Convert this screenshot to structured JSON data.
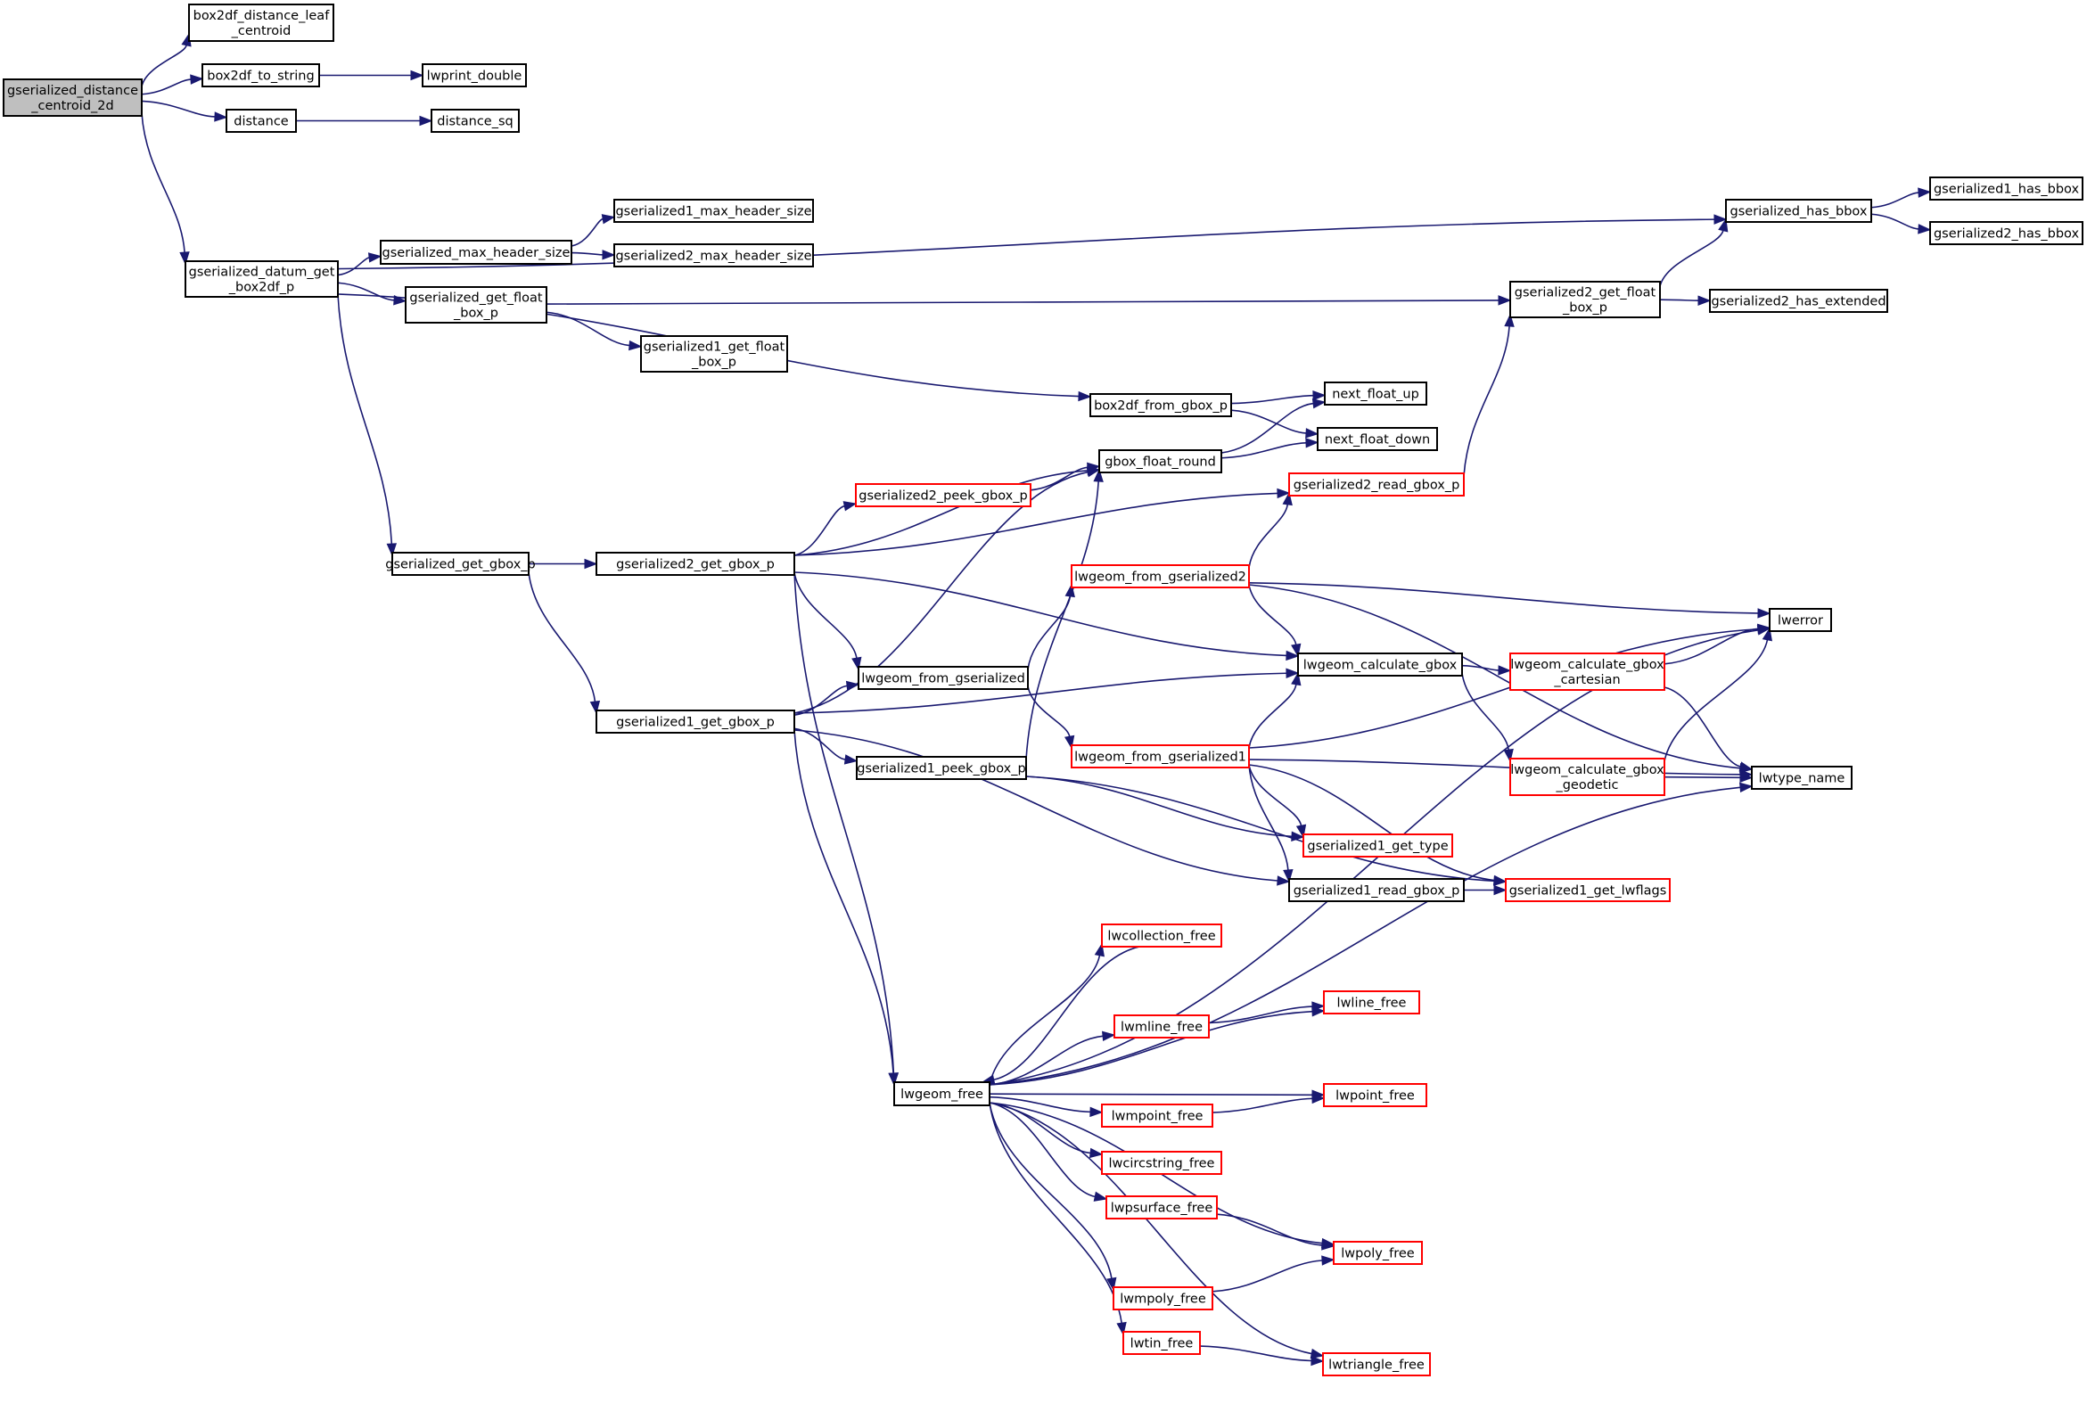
{
  "title": "Call graph of gserialized_distance_centroid_2d",
  "colors": {
    "edge": "#191970",
    "root_fill": "#bfbfbf",
    "node_border": "#000000",
    "truncated_border": "#ff0000"
  },
  "nodes": [
    {
      "id": "gserialized_distance_centroid_2d",
      "lines": [
        "gserialized_distance",
        "_centroid_2d"
      ],
      "root": true
    },
    {
      "id": "box2df_distance_leaf_centroid",
      "lines": [
        "box2df_distance_leaf",
        "_centroid"
      ]
    },
    {
      "id": "box2df_to_string",
      "lines": [
        "box2df_to_string"
      ]
    },
    {
      "id": "lwprint_double",
      "lines": [
        "lwprint_double"
      ]
    },
    {
      "id": "distance",
      "lines": [
        "distance"
      ]
    },
    {
      "id": "distance_sq",
      "lines": [
        "distance_sq"
      ]
    },
    {
      "id": "gserialized_datum_get_box2df_p",
      "lines": [
        "gserialized_datum_get",
        "_box2df_p"
      ]
    },
    {
      "id": "gserialized_has_bbox",
      "lines": [
        "gserialized_has_bbox"
      ]
    },
    {
      "id": "gserialized1_has_bbox",
      "lines": [
        "gserialized1_has_bbox"
      ]
    },
    {
      "id": "gserialized2_has_bbox",
      "lines": [
        "gserialized2_has_bbox"
      ]
    },
    {
      "id": "gserialized_max_header_size",
      "lines": [
        "gserialized_max_header_size"
      ]
    },
    {
      "id": "gserialized1_max_header_size",
      "lines": [
        "gserialized1_max_header_size"
      ]
    },
    {
      "id": "gserialized2_max_header_size",
      "lines": [
        "gserialized2_max_header_size"
      ]
    },
    {
      "id": "gserialized_get_float_box_p",
      "lines": [
        "gserialized_get_float",
        "_box_p"
      ]
    },
    {
      "id": "gserialized2_get_float_box_p",
      "lines": [
        "gserialized2_get_float",
        "_box_p"
      ]
    },
    {
      "id": "gserialized2_has_extended",
      "lines": [
        "gserialized2_has_extended"
      ]
    },
    {
      "id": "gserialized1_get_float_box_p",
      "lines": [
        "gserialized1_get_float",
        "_box_p"
      ]
    },
    {
      "id": "box2df_from_gbox_p",
      "lines": [
        "box2df_from_gbox_p"
      ]
    },
    {
      "id": "next_float_up",
      "lines": [
        "next_float_up"
      ]
    },
    {
      "id": "next_float_down",
      "lines": [
        "next_float_down"
      ]
    },
    {
      "id": "gbox_float_round",
      "lines": [
        "gbox_float_round"
      ]
    },
    {
      "id": "gserialized2_read_gbox_p",
      "lines": [
        "gserialized2_read_gbox_p"
      ],
      "truncated": true
    },
    {
      "id": "gserialized2_peek_gbox_p",
      "lines": [
        "gserialized2_peek_gbox_p"
      ],
      "truncated": true
    },
    {
      "id": "gserialized_get_gbox_p",
      "lines": [
        "gserialized_get_gbox_p"
      ]
    },
    {
      "id": "gserialized2_get_gbox_p",
      "lines": [
        "gserialized2_get_gbox_p"
      ]
    },
    {
      "id": "lwgeom_from_gserialized2",
      "lines": [
        "lwgeom_from_gserialized2"
      ],
      "truncated": true
    },
    {
      "id": "lwerror",
      "lines": [
        "lwerror"
      ]
    },
    {
      "id": "lwgeom_calculate_gbox",
      "lines": [
        "lwgeom_calculate_gbox"
      ]
    },
    {
      "id": "lwgeom_calculate_gbox_cartesian",
      "lines": [
        "lwgeom_calculate_gbox",
        "_cartesian"
      ],
      "truncated": true
    },
    {
      "id": "lwgeom_from_gserialized",
      "lines": [
        "lwgeom_from_gserialized"
      ]
    },
    {
      "id": "gserialized1_get_gbox_p",
      "lines": [
        "gserialized1_get_gbox_p"
      ]
    },
    {
      "id": "gserialized1_peek_gbox_p",
      "lines": [
        "gserialized1_peek_gbox_p"
      ]
    },
    {
      "id": "lwgeom_from_gserialized1",
      "lines": [
        "lwgeom_from_gserialized1"
      ],
      "truncated": true
    },
    {
      "id": "lwgeom_calculate_gbox_geodetic",
      "lines": [
        "lwgeom_calculate_gbox",
        "_geodetic"
      ],
      "truncated": true
    },
    {
      "id": "lwtype_name",
      "lines": [
        "lwtype_name"
      ]
    },
    {
      "id": "gserialized1_get_type",
      "lines": [
        "gserialized1_get_type"
      ],
      "truncated": true
    },
    {
      "id": "gserialized1_read_gbox_p",
      "lines": [
        "gserialized1_read_gbox_p"
      ]
    },
    {
      "id": "gserialized1_get_lwflags",
      "lines": [
        "gserialized1_get_lwflags"
      ],
      "truncated": true
    },
    {
      "id": "lwcollection_free",
      "lines": [
        "lwcollection_free"
      ],
      "truncated": true
    },
    {
      "id": "lwline_free",
      "lines": [
        "lwline_free"
      ],
      "truncated": true
    },
    {
      "id": "lwmline_free",
      "lines": [
        "lwmline_free"
      ],
      "truncated": true
    },
    {
      "id": "lwgeom_free",
      "lines": [
        "lwgeom_free"
      ]
    },
    {
      "id": "lwpoint_free",
      "lines": [
        "lwpoint_free"
      ],
      "truncated": true
    },
    {
      "id": "lwmpoint_free",
      "lines": [
        "lwmpoint_free"
      ],
      "truncated": true
    },
    {
      "id": "lwcircstring_free",
      "lines": [
        "lwcircstring_free"
      ],
      "truncated": true
    },
    {
      "id": "lwpsurface_free",
      "lines": [
        "lwpsurface_free"
      ],
      "truncated": true
    },
    {
      "id": "lwpoly_free",
      "lines": [
        "lwpoly_free"
      ],
      "truncated": true
    },
    {
      "id": "lwmpoly_free",
      "lines": [
        "lwmpoly_free"
      ],
      "truncated": true
    },
    {
      "id": "lwtin_free",
      "lines": [
        "lwtin_free"
      ],
      "truncated": true
    },
    {
      "id": "lwtriangle_free",
      "lines": [
        "lwtriangle_free"
      ],
      "truncated": true
    }
  ],
  "edges": [
    [
      "gserialized_distance_centroid_2d",
      "box2df_distance_leaf_centroid"
    ],
    [
      "gserialized_distance_centroid_2d",
      "box2df_to_string"
    ],
    [
      "gserialized_distance_centroid_2d",
      "distance"
    ],
    [
      "gserialized_distance_centroid_2d",
      "gserialized_datum_get_box2df_p"
    ],
    [
      "box2df_to_string",
      "lwprint_double"
    ],
    [
      "distance",
      "distance_sq"
    ],
    [
      "gserialized_datum_get_box2df_p",
      "gserialized_has_bbox"
    ],
    [
      "gserialized_datum_get_box2df_p",
      "gserialized_max_header_size"
    ],
    [
      "gserialized_datum_get_box2df_p",
      "gserialized_get_float_box_p"
    ],
    [
      "gserialized_datum_get_box2df_p",
      "box2df_from_gbox_p"
    ],
    [
      "gserialized_datum_get_box2df_p",
      "gserialized_get_gbox_p"
    ],
    [
      "gserialized_has_bbox",
      "gserialized1_has_bbox"
    ],
    [
      "gserialized_has_bbox",
      "gserialized2_has_bbox"
    ],
    [
      "gserialized_max_header_size",
      "gserialized1_max_header_size"
    ],
    [
      "gserialized_max_header_size",
      "gserialized2_max_header_size"
    ],
    [
      "gserialized_get_float_box_p",
      "gserialized2_get_float_box_p"
    ],
    [
      "gserialized_get_float_box_p",
      "gserialized1_get_float_box_p"
    ],
    [
      "gserialized2_get_float_box_p",
      "gserialized_has_bbox"
    ],
    [
      "gserialized2_get_float_box_p",
      "gserialized2_has_extended"
    ],
    [
      "box2df_from_gbox_p",
      "next_float_up"
    ],
    [
      "box2df_from_gbox_p",
      "next_float_down"
    ],
    [
      "gbox_float_round",
      "next_float_up"
    ],
    [
      "gbox_float_round",
      "next_float_down"
    ],
    [
      "gserialized2_read_gbox_p",
      "gserialized2_get_float_box_p"
    ],
    [
      "gserialized_get_gbox_p",
      "gserialized2_get_gbox_p"
    ],
    [
      "gserialized_get_gbox_p",
      "gserialized1_get_gbox_p"
    ],
    [
      "gserialized2_get_gbox_p",
      "gbox_float_round"
    ],
    [
      "gserialized2_get_gbox_p",
      "gserialized2_peek_gbox_p"
    ],
    [
      "gserialized2_get_gbox_p",
      "gserialized2_read_gbox_p"
    ],
    [
      "gserialized2_get_gbox_p",
      "lwgeom_calculate_gbox"
    ],
    [
      "gserialized2_get_gbox_p",
      "lwgeom_from_gserialized"
    ],
    [
      "gserialized2_get_gbox_p",
      "lwgeom_free"
    ],
    [
      "gserialized2_peek_gbox_p",
      "gbox_float_round"
    ],
    [
      "lwgeom_from_gserialized2",
      "gserialized2_read_gbox_p"
    ],
    [
      "lwgeom_from_gserialized2",
      "lwerror"
    ],
    [
      "lwgeom_from_gserialized2",
      "lwgeom_calculate_gbox"
    ],
    [
      "lwgeom_from_gserialized2",
      "lwtype_name"
    ],
    [
      "lwgeom_calculate_gbox",
      "lwgeom_calculate_gbox_cartesian"
    ],
    [
      "lwgeom_calculate_gbox",
      "lwgeom_calculate_gbox_geodetic"
    ],
    [
      "lwgeom_calculate_gbox_cartesian",
      "lwerror"
    ],
    [
      "lwgeom_calculate_gbox_cartesian",
      "lwtype_name"
    ],
    [
      "lwgeom_calculate_gbox_geodetic",
      "lwerror"
    ],
    [
      "lwgeom_calculate_gbox_geodetic",
      "lwtype_name"
    ],
    [
      "lwgeom_from_gserialized",
      "lwgeom_from_gserialized2"
    ],
    [
      "lwgeom_from_gserialized",
      "lwgeom_from_gserialized1"
    ],
    [
      "gserialized1_get_gbox_p",
      "gbox_float_round"
    ],
    [
      "gserialized1_get_gbox_p",
      "lwgeom_from_gserialized"
    ],
    [
      "gserialized1_get_gbox_p",
      "lwgeom_calculate_gbox"
    ],
    [
      "gserialized1_get_gbox_p",
      "gserialized1_peek_gbox_p"
    ],
    [
      "gserialized1_get_gbox_p",
      "gserialized1_read_gbox_p"
    ],
    [
      "gserialized1_get_gbox_p",
      "lwgeom_free"
    ],
    [
      "gserialized1_peek_gbox_p",
      "gbox_float_round"
    ],
    [
      "gserialized1_peek_gbox_p",
      "gserialized1_get_type"
    ],
    [
      "gserialized1_peek_gbox_p",
      "gserialized1_get_lwflags"
    ],
    [
      "lwgeom_from_gserialized1",
      "lwgeom_calculate_gbox"
    ],
    [
      "lwgeom_from_gserialized1",
      "lwerror"
    ],
    [
      "lwgeom_from_gserialized1",
      "lwtype_name"
    ],
    [
      "lwgeom_from_gserialized1",
      "gserialized1_get_type"
    ],
    [
      "lwgeom_from_gserialized1",
      "gserialized1_read_gbox_p"
    ],
    [
      "lwgeom_from_gserialized1",
      "gserialized1_get_lwflags"
    ],
    [
      "gserialized1_read_gbox_p",
      "gserialized1_get_lwflags"
    ],
    [
      "lwgeom_free",
      "lwerror"
    ],
    [
      "lwgeom_free",
      "lwcollection_free"
    ],
    [
      "lwcollection_free",
      "lwgeom_free"
    ],
    [
      "lwgeom_free",
      "lwline_free"
    ],
    [
      "lwgeom_free",
      "lwmline_free"
    ],
    [
      "lwmline_free",
      "lwline_free"
    ],
    [
      "lwgeom_free",
      "lwpoint_free"
    ],
    [
      "lwgeom_free",
      "lwmpoint_free"
    ],
    [
      "lwmpoint_free",
      "lwpoint_free"
    ],
    [
      "lwgeom_free",
      "lwcircstring_free"
    ],
    [
      "lwgeom_free",
      "lwpsurface_free"
    ],
    [
      "lwpsurface_free",
      "lwpoly_free"
    ],
    [
      "lwgeom_free",
      "lwpoly_free"
    ],
    [
      "lwgeom_free",
      "lwmpoly_free"
    ],
    [
      "lwmpoly_free",
      "lwpoly_free"
    ],
    [
      "lwgeom_free",
      "lwtin_free"
    ],
    [
      "lwtin_free",
      "lwtriangle_free"
    ],
    [
      "lwgeom_free",
      "lwtriangle_free"
    ],
    [
      "lwgeom_free",
      "lwtype_name"
    ]
  ]
}
